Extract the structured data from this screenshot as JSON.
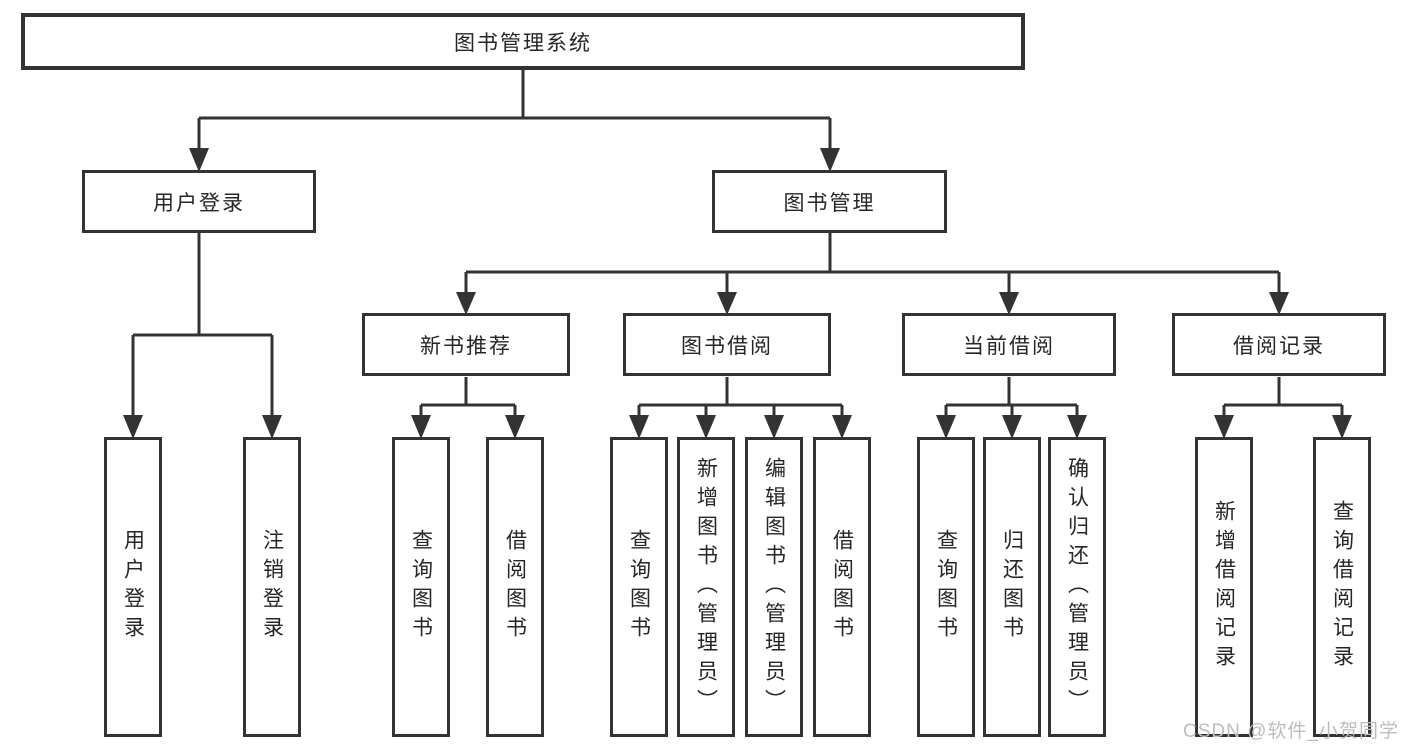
{
  "diagram": {
    "root": {
      "label": "图书管理系统"
    },
    "level2": [
      {
        "label": "用户登录"
      },
      {
        "label": "图书管理"
      }
    ],
    "level3": [
      {
        "label": "新书推荐",
        "parent": "图书管理"
      },
      {
        "label": "图书借阅",
        "parent": "图书管理"
      },
      {
        "label": "当前借阅",
        "parent": "图书管理"
      },
      {
        "label": "借阅记录",
        "parent": "图书管理"
      }
    ],
    "leaves": [
      {
        "label": "用户登录",
        "parent": "用户登录"
      },
      {
        "label": "注销登录",
        "parent": "用户登录"
      },
      {
        "label": "查询图书",
        "parent": "新书推荐"
      },
      {
        "label": "借阅图书",
        "parent": "新书推荐"
      },
      {
        "label": "查询图书",
        "parent": "图书借阅"
      },
      {
        "label": "新增图书（管理员）",
        "parent": "图书借阅"
      },
      {
        "label": "编辑图书（管理员）",
        "parent": "图书借阅"
      },
      {
        "label": "借阅图书",
        "parent": "图书借阅"
      },
      {
        "label": "查询图书",
        "parent": "当前借阅"
      },
      {
        "label": "归还图书",
        "parent": "当前借阅"
      },
      {
        "label": "确认归还（管理员）",
        "parent": "当前借阅"
      },
      {
        "label": "新增借阅记录",
        "parent": "借阅记录"
      },
      {
        "label": "查询借阅记录",
        "parent": "借阅记录"
      }
    ],
    "watermark": {
      "text": "CSDN @软件_小贺同学"
    },
    "colors": {
      "line": "#333333",
      "box_border": "#333333",
      "text": "#262626",
      "watermark": "#bdbdbd",
      "background": "#ffffff"
    }
  }
}
